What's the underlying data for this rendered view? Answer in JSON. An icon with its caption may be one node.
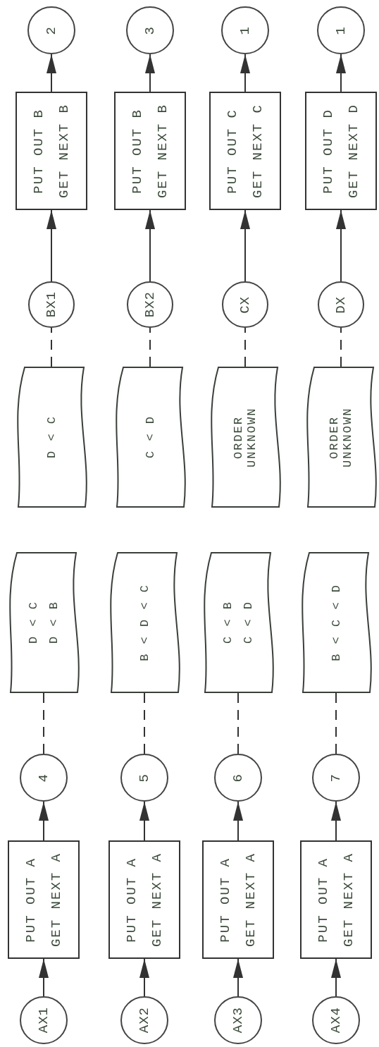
{
  "diagram": {
    "nodes": [
      {
        "text": [
          "AX1"
        ]
      },
      {
        "text": [
          "PUT OUT A",
          "GET NEXT A"
        ]
      },
      {
        "text": [
          "4"
        ]
      },
      {
        "text": [
          "D < C",
          "D < B"
        ]
      },
      {
        "text": [
          "D < C"
        ]
      },
      {
        "text": [
          "BX1"
        ]
      },
      {
        "text": [
          "PUT OUT B",
          "GET NEXT B"
        ]
      },
      {
        "text": [
          "2"
        ]
      },
      {
        "text": [
          "AX2"
        ]
      },
      {
        "text": [
          "PUT OUT A",
          "GET NEXT A"
        ]
      },
      {
        "text": [
          "5"
        ]
      },
      {
        "text": [
          "B < D < C"
        ]
      },
      {
        "text": [
          "C < D"
        ]
      },
      {
        "text": [
          "BX2"
        ]
      },
      {
        "text": [
          "PUT OUT B",
          "GET NEXT B"
        ]
      },
      {
        "text": [
          "3"
        ]
      },
      {
        "text": [
          "AX3"
        ]
      },
      {
        "text": [
          "PUT OUT A",
          "GET NEXT A"
        ]
      },
      {
        "text": [
          "6"
        ]
      },
      {
        "text": [
          "C < B",
          "C < D"
        ]
      },
      {
        "text": [
          "ORDER UNKNOWN"
        ]
      },
      {
        "text": [
          "CX"
        ]
      },
      {
        "text": [
          "PUT OUT C",
          "GET NEXT C"
        ]
      },
      {
        "text": [
          "1"
        ]
      },
      {
        "text": [
          "AX4"
        ]
      },
      {
        "text": [
          "PUT OUT A",
          "GET NEXT A"
        ]
      },
      {
        "text": [
          "7"
        ]
      },
      {
        "text": [
          "B < C < D"
        ]
      },
      {
        "text": [
          "ORDER UNKNOWN"
        ]
      },
      {
        "text": [
          "DX"
        ]
      },
      {
        "text": [
          "PUT OUT D",
          "GET NEXT D"
        ]
      },
      {
        "text": [
          "1"
        ]
      }
    ],
    "edges": [
      {
        "from": 0,
        "to": 1,
        "arrow": "to"
      },
      {
        "from": 1,
        "to": 2,
        "arrow": "to"
      },
      {
        "from": 2,
        "to": 3,
        "arrow": "none",
        "style": "dashed"
      },
      {
        "from": 4,
        "to": 5,
        "arrow": "none",
        "style": "dashed"
      },
      {
        "from": 5,
        "to": 6,
        "arrow": "to"
      },
      {
        "from": 6,
        "to": 7,
        "arrow": "to"
      },
      {
        "from": 8,
        "to": 9,
        "arrow": "to"
      },
      {
        "from": 9,
        "to": 10,
        "arrow": "to"
      },
      {
        "from": 10,
        "to": 11,
        "arrow": "none",
        "style": "dashed"
      },
      {
        "from": 12,
        "to": 13,
        "arrow": "none",
        "style": "dashed"
      },
      {
        "from": 13,
        "to": 14,
        "arrow": "to"
      },
      {
        "from": 14,
        "to": 15,
        "arrow": "to"
      },
      {
        "from": 16,
        "to": 17,
        "arrow": "to"
      },
      {
        "from": 17,
        "to": 18,
        "arrow": "to"
      },
      {
        "from": 18,
        "to": 19,
        "arrow": "none",
        "style": "dashed"
      },
      {
        "from": 20,
        "to": 21,
        "arrow": "none",
        "style": "dashed"
      },
      {
        "from": 21,
        "to": 22,
        "arrow": "to"
      },
      {
        "from": 22,
        "to": 23,
        "arrow": "to"
      },
      {
        "from": 24,
        "to": 25,
        "arrow": "to"
      },
      {
        "from": 25,
        "to": 26,
        "arrow": "to"
      },
      {
        "from": 26,
        "to": 27,
        "arrow": "none",
        "style": "dashed"
      },
      {
        "from": 28,
        "to": 29,
        "arrow": "none",
        "style": "dashed"
      },
      {
        "from": 29,
        "to": 30,
        "arrow": "to"
      },
      {
        "from": 30,
        "to": 31,
        "arrow": "to"
      }
    ]
  }
}
